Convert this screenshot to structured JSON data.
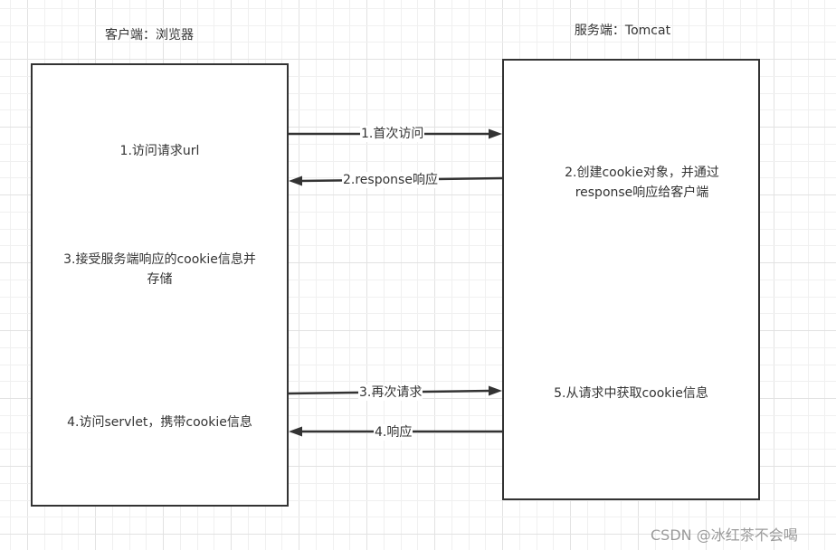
{
  "diagram": {
    "type": "sequence-flow",
    "client": {
      "title": "客户端：浏览器",
      "notes": [
        {
          "id": "step1",
          "text": "1.访问请求url"
        },
        {
          "id": "step3",
          "text": "3.接受服务端响应的cookie信息并存储"
        },
        {
          "id": "step4",
          "text": "4.访问servlet，携带cookie信息"
        }
      ]
    },
    "server": {
      "title": "服务端：Tomcat",
      "notes": [
        {
          "id": "step2",
          "text": "2.创建cookie对象，并通过response响应给客户端"
        },
        {
          "id": "step5",
          "text": "5.从请求中获取cookie信息"
        }
      ]
    },
    "arrows": [
      {
        "label": "1.首次访问",
        "from": "client",
        "to": "server"
      },
      {
        "label": "2.response响应",
        "from": "server",
        "to": "client"
      },
      {
        "label": "3.再次请求",
        "from": "client",
        "to": "server"
      },
      {
        "label": "4.响应",
        "from": "server",
        "to": "client"
      }
    ]
  },
  "watermark": "CSDN @冰红茶不会喝",
  "colors": {
    "stroke": "#333333",
    "grid_minor": "#f0f0f0",
    "grid_major": "#e2e2e2",
    "background": "#ffffff"
  }
}
